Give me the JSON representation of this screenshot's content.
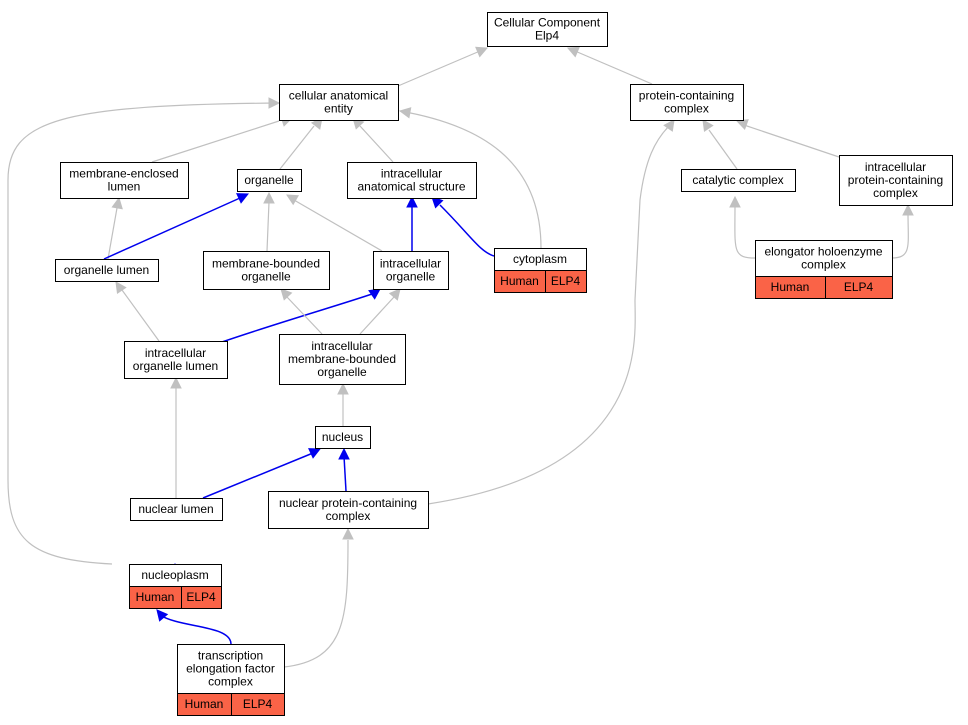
{
  "colors": {
    "annotated": "#fa6347",
    "edge_direct": "#0000ee",
    "edge_inferred": "#c0c0c0"
  },
  "nodes": {
    "root": [
      "Cellular Component",
      "Elp4"
    ],
    "cellular_anatomical_entity": [
      "cellular anatomical",
      "entity"
    ],
    "protein_containing_complex": [
      "protein-containing",
      "complex"
    ],
    "membrane_enclosed_lumen": [
      "membrane-enclosed",
      "lumen"
    ],
    "organelle": [
      "organelle"
    ],
    "intracellular_anatomical_structure": [
      "intracellular",
      "anatomical structure"
    ],
    "catalytic_complex": [
      "catalytic complex"
    ],
    "intracellular_protein_containing_complex": [
      "intracellular",
      "protein-containing",
      "complex"
    ],
    "organelle_lumen": [
      "organelle lumen"
    ],
    "membrane_bounded_organelle": [
      "membrane-bounded",
      "organelle"
    ],
    "intracellular_organelle": [
      "intracellular",
      "organelle"
    ],
    "cytoplasm": [
      "cytoplasm"
    ],
    "elongator_holoenzyme_complex": [
      "elongator holoenzyme",
      "complex"
    ],
    "intracellular_organelle_lumen": [
      "intracellular",
      "organelle lumen"
    ],
    "intracellular_membrane_bounded_organelle": [
      "intracellular",
      "membrane-bounded",
      "organelle"
    ],
    "nucleus": [
      "nucleus"
    ],
    "nuclear_lumen": [
      "nuclear lumen"
    ],
    "nuclear_protein_containing_complex": [
      "nuclear protein-containing",
      "complex"
    ],
    "nucleoplasm": [
      "nucleoplasm"
    ],
    "transcription_elongation_factor_complex": [
      "transcription",
      "elongation factor",
      "complex"
    ]
  },
  "annotations": {
    "cytoplasm": [
      "Human",
      "ELP4"
    ],
    "elongator_holoenzyme_complex": [
      "Human",
      "ELP4"
    ],
    "nucleoplasm": [
      "Human",
      "ELP4"
    ],
    "transcription_elongation_factor_complex": [
      "Human",
      "ELP4"
    ]
  }
}
